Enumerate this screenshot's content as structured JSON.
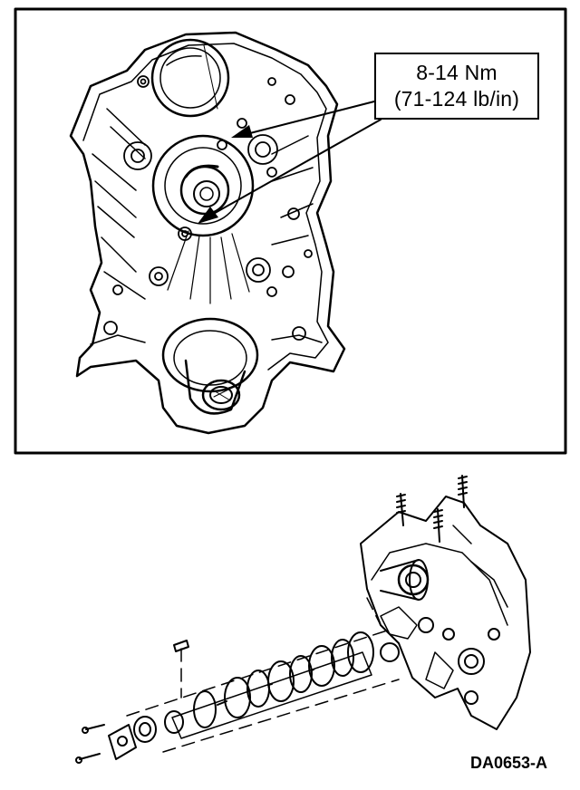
{
  "callout": {
    "torque_nm": "8-14 Nm",
    "torque_lbin": "(71-124 lb/in)"
  },
  "figure_id": "DA0653-A",
  "colors": {
    "ink": "#000000",
    "paper": "#ffffff"
  },
  "icons": {
    "callout_pointer": "arrow-icon"
  }
}
